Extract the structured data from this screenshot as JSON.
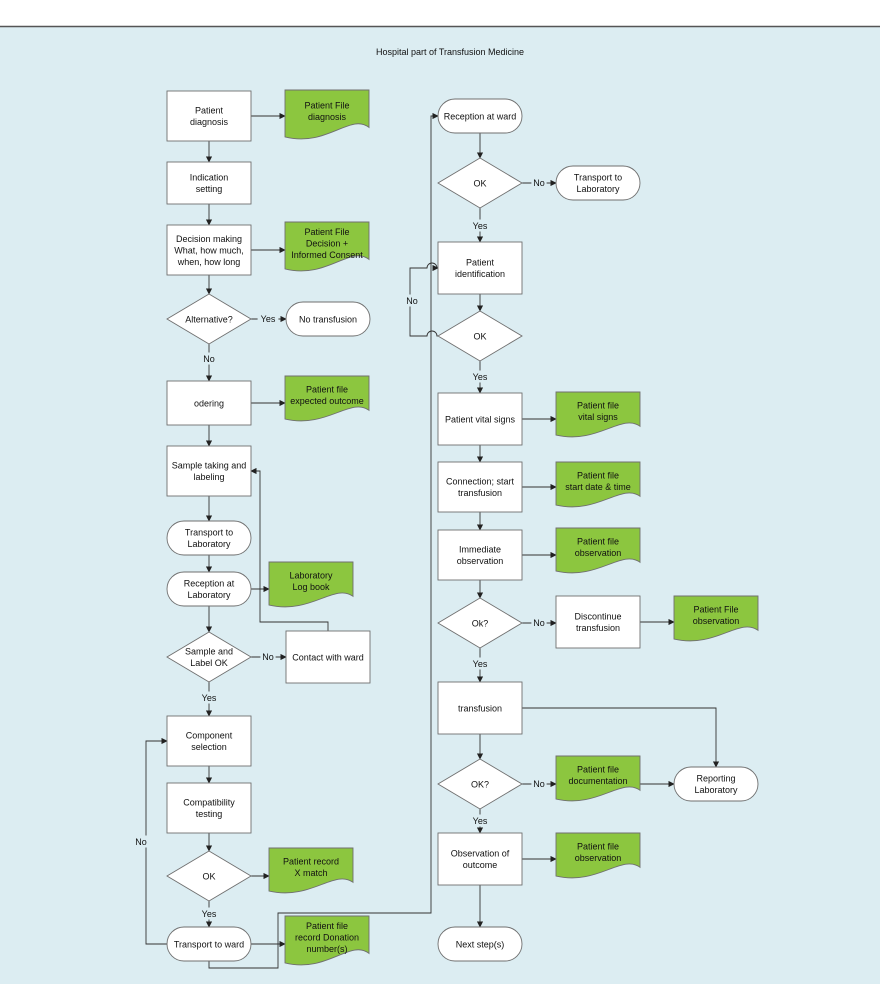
{
  "header": {
    "title": "Hospital part of Transfusion Medicine"
  },
  "colors": {
    "page_top": "#ffffff",
    "panel": "#dcedf2",
    "process_fill": "#ffffff",
    "document_fill": "#8cc63f",
    "stroke": "#6f6f6f",
    "top_rule": "#555555",
    "arrow": "#222222"
  },
  "nodes": {
    "patient_diagnosis": "Patient\ndiagnosis",
    "patient_file_diagnosis": "Patient File\ndiagnosis",
    "indication_setting": "Indication\nsetting",
    "decision_making": "Decision making\nWhat, how much,\nwhen, how long",
    "patient_file_decision": "Patient File\nDecision +\nInformed Consent",
    "alternative": "Alternative?",
    "no_transfusion": "No transfusion",
    "ordering": "odering",
    "patient_file_expected": "Patient file\nexpected outcome",
    "sample_taking": "Sample taking and\nlabeling",
    "transport_lab_left": "Transport to\nLaboratory",
    "reception_lab": "Reception at\nLaboratory",
    "lab_log_book": "Laboratory\nLog book",
    "sample_label_ok": "Sample and\nLabel OK",
    "contact_ward": "Contact with ward",
    "component_selection": "Component\nselection",
    "compatibility_testing": "Compatibility\ntesting",
    "ok_compat": "OK",
    "patient_record_xmatch": "Patient record\nX match",
    "transport_ward": "Transport to ward",
    "patient_file_donation": "Patient file\nrecord Donation\nnumber(s)",
    "reception_ward": "Reception at ward",
    "ok_reception": "OK",
    "transport_lab_right": "Transport to\nLaboratory",
    "patient_identification": "Patient\nidentification",
    "ok_ident": "OK",
    "patient_vital_signs": "Patient vital signs",
    "patient_file_vital": "Patient file\nvital signs",
    "connection_start": "Connection; start\ntransfusion",
    "patient_file_start": "Patient file\nstart date & time",
    "immediate_observation": "Immediate\nobservation",
    "patient_file_observation_1": "Patient file\nobservation",
    "ok_immediate": "Ok?",
    "discontinue": "Discontinue\ntransfusion",
    "patient_file_observation_disc": "Patient File\nobservation",
    "transfusion": "transfusion",
    "ok_transfusion": "OK?",
    "patient_file_documentation": "Patient file\ndocumentation",
    "reporting_lab": "Reporting\nLaboratory",
    "observation_outcome": "Observation of\noutcome",
    "patient_file_observation_2": "Patient file\nobservation",
    "next_steps": "Next step(s)"
  },
  "edge_labels": {
    "alt_yes": "Yes",
    "alt_no": "No",
    "sample_no": "No",
    "sample_yes": "Yes",
    "compat_no": "No",
    "compat_yes": "Yes",
    "reception_no": "No",
    "reception_yes": "Yes",
    "ident_no": "No",
    "ident_yes": "Yes",
    "immediate_no": "No",
    "immediate_yes": "Yes",
    "transfusion_no": "No",
    "transfusion_yes": "Yes"
  }
}
